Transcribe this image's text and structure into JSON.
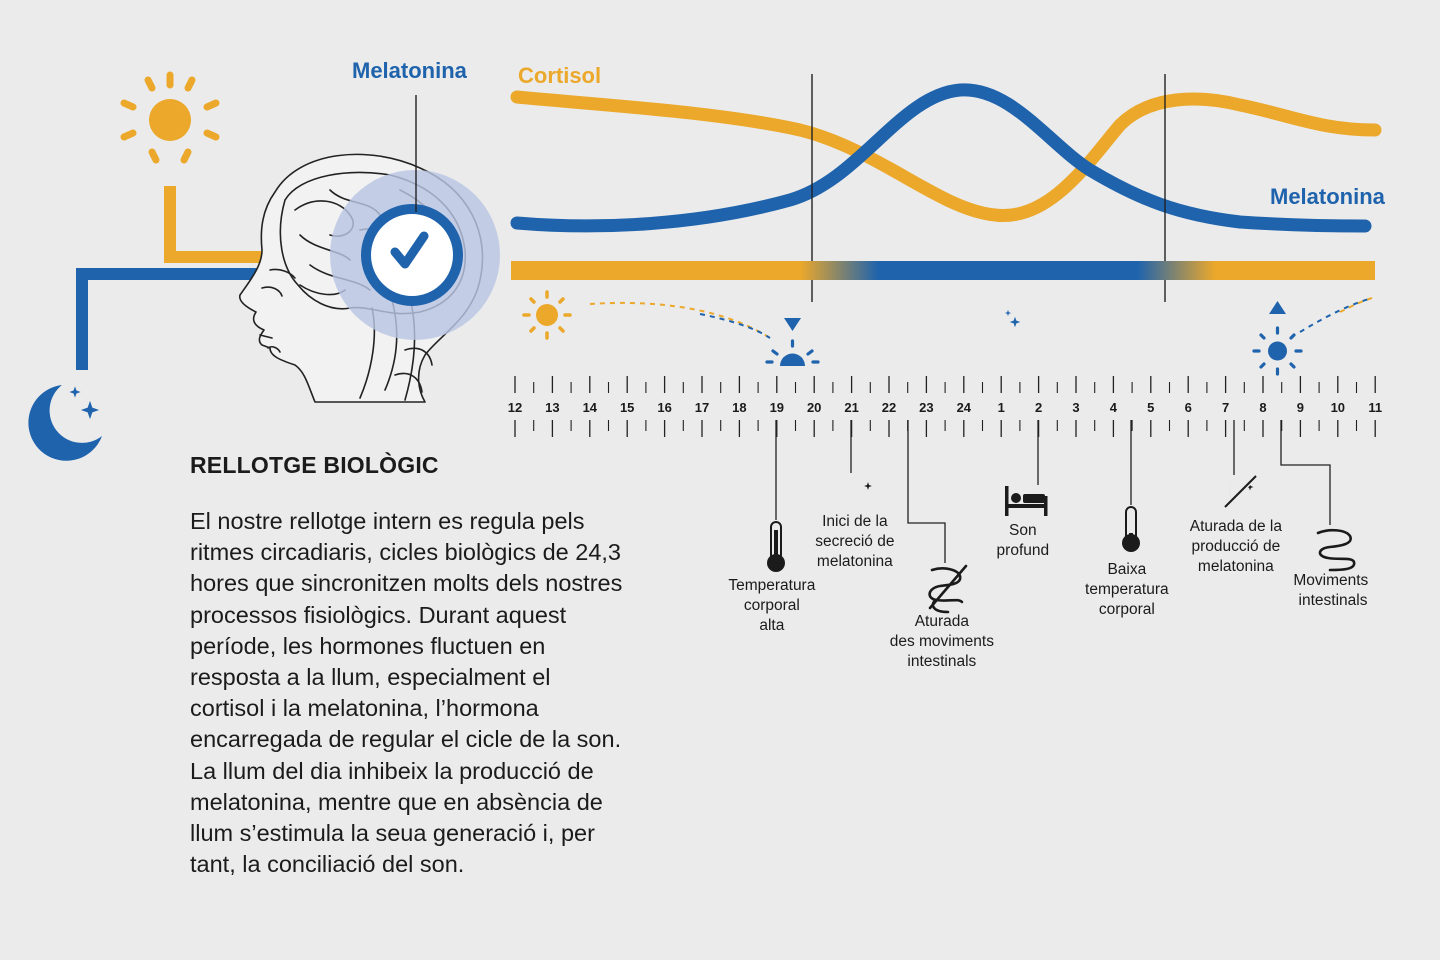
{
  "colors": {
    "blue": "#1f63ad",
    "orange": "#eba82b",
    "background": "#ebebeb",
    "text": "#1b1b1b"
  },
  "labels": {
    "melatonina_head": "Melatonina",
    "cortisol": "Cortisol",
    "melatonina_curve": "Melatonina"
  },
  "hours": [
    "12",
    "13",
    "14",
    "15",
    "16",
    "17",
    "18",
    "19",
    "20",
    "21",
    "22",
    "23",
    "24",
    "1",
    "2",
    "3",
    "4",
    "5",
    "6",
    "7",
    "8",
    "9",
    "10",
    "11"
  ],
  "events": [
    {
      "icon": "thermometer-high-icon",
      "lines": [
        "Temperatura",
        "corporal",
        "alta"
      ]
    },
    {
      "icon": "moon-stars-icon",
      "lines": [
        "Inici de la",
        "secreció de",
        "melatonina"
      ]
    },
    {
      "icon": "intestine-stop-icon",
      "lines": [
        "Aturada",
        "des moviments",
        "intestinals"
      ]
    },
    {
      "icon": "bed-icon",
      "lines": [
        "Son",
        "profund"
      ]
    },
    {
      "icon": "thermometer-low-icon",
      "lines": [
        "Baixa",
        "temperatura",
        "corporal"
      ]
    },
    {
      "icon": "moon-crossed-icon",
      "lines": [
        "Aturada de la",
        "producció de",
        "melatonina"
      ]
    },
    {
      "icon": "intestine-icon",
      "lines": [
        "Moviments",
        "intestinals"
      ]
    }
  ],
  "icons": [
    "sun-icon",
    "moon-stars-icon",
    "clock-check-icon",
    "head-brain-icon",
    "sunset-icon",
    "sunrise-icon",
    "night-moon-icon"
  ],
  "info": {
    "title": "RELLOTGE BIOLÒGIC",
    "body": "El nostre rellotge intern es regula pels ritmes circadiaris, cicles biològics de 24,3 hores que sincronitzen molts dels nostres processos fisiològics. Durant aquest període, les hormones fluctuen en resposta a la llum, especialment el cortisol i la melatonina, l’hormona encarregada de regular el cicle de la son. La llum del dia inhibeix la producció de melatonina, mentre que en absència de llum s’estimula la seua generació i, per tant, la conciliació del son."
  }
}
